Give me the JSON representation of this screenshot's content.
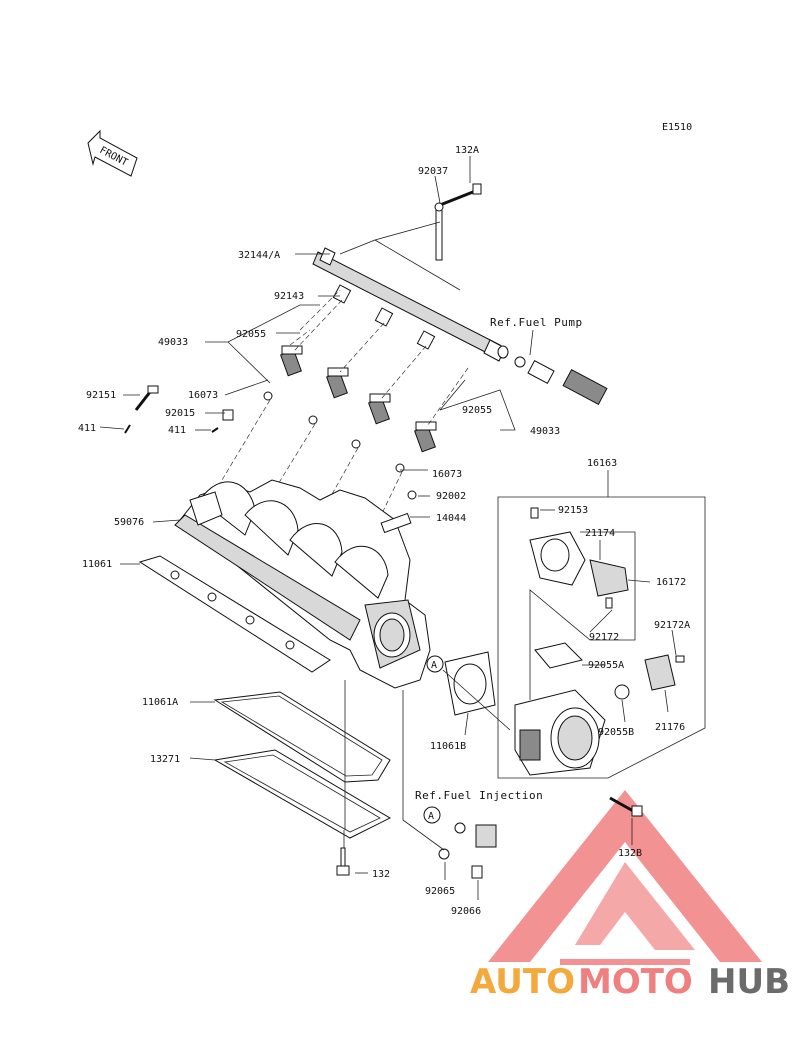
{
  "diagram_code": "E1510",
  "front_arrow_label": "FRONT",
  "parts": {
    "p132A": "132A",
    "p92037": "92037",
    "p32144A": "32144/A",
    "p92143": "92143",
    "p92055_top": "92055",
    "p49033_top": "49033",
    "ref_fuel_pump": "Ref.Fuel Pump",
    "p92151": "92151",
    "p16073_top": "16073",
    "p92015": "92015",
    "p411_left": "411",
    "p411_right": "411",
    "p92055_right": "92055",
    "p49033_right": "49033",
    "p16073_bottom": "16073",
    "p92002": "92002",
    "p14044": "14044",
    "p59076": "59076",
    "p11061": "11061",
    "p16163": "16163",
    "p92153": "92153",
    "p21174": "21174",
    "p16172": "16172",
    "p92172": "92172",
    "p92172A": "92172A",
    "p92055A": "92055A",
    "p92055B": "92055B",
    "p21176": "21176",
    "p11061B": "11061B",
    "p11061A": "11061A",
    "p13271": "13271",
    "ref_fuel_injection": "Ref.Fuel Injection",
    "p132B": "132B",
    "p132": "132",
    "p92065": "92065",
    "p92066": "92066",
    "callout_A": "A"
  },
  "watermark": {
    "part1": "AUTO",
    "part2": "MOTO",
    "part3": "HUB",
    "colors": {
      "auto": "#f3a93b",
      "moto": "#f07f7f",
      "hub": "#6b6b6b",
      "triangle": "#f07f7f"
    }
  }
}
